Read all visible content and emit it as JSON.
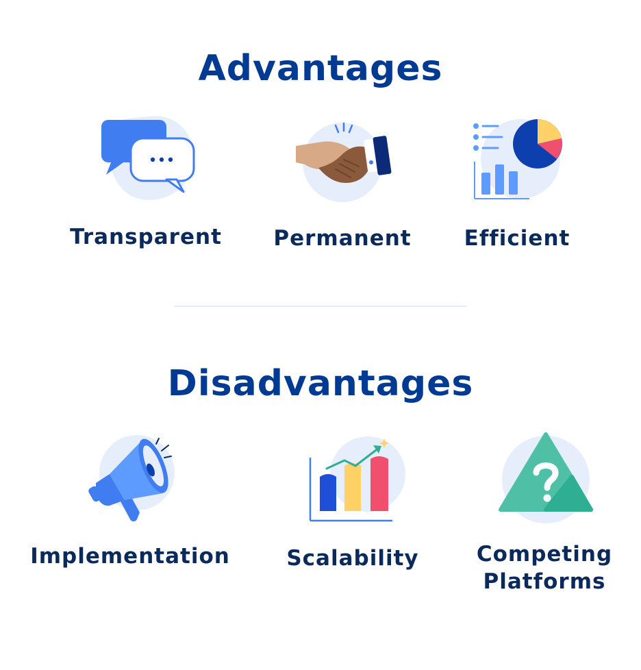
{
  "colors": {
    "heading": "#003A92",
    "label": "#0B2A5C",
    "divider": "#E4ECF6",
    "blob": "#E6EEFB",
    "primary": "#3F7DF0",
    "light_blue": "#5E9BFF",
    "dark_blue": "#0E3FAF",
    "yellow": "#FFD166",
    "red": "#F0506E",
    "teal": "#4FC0A6",
    "teal_dark": "#2EAE93",
    "skin_light": "#D8A986",
    "skin_dark": "#8B5A3C",
    "sleeve": "#0B2A78"
  },
  "advantages": {
    "title": "Advantages",
    "items": [
      {
        "label": "Transparent",
        "icon": "chat-bubbles-icon"
      },
      {
        "label": "Permanent",
        "icon": "handshake-icon"
      },
      {
        "label": "Efficient",
        "icon": "pie-bar-chart-icon"
      }
    ]
  },
  "disadvantages": {
    "title": "Disadvantages",
    "items": [
      {
        "label": "Implementation",
        "icon": "megaphone-icon"
      },
      {
        "label": "Scalability",
        "icon": "growth-chart-icon"
      },
      {
        "label": "Competing Platforms",
        "label_line1": "Competing",
        "label_line2": "Platforms",
        "icon": "question-triangle-icon"
      }
    ]
  }
}
